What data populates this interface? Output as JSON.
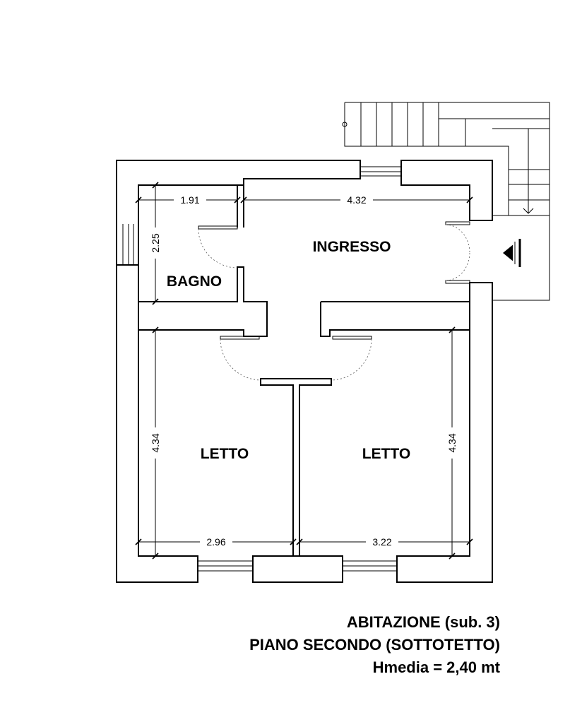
{
  "rooms": {
    "ingresso": "INGRESSO",
    "bagno": "BAGNO",
    "letto_left": "LETTO",
    "letto_right": "LETTO"
  },
  "dimensions": {
    "bagno_width": "1.91",
    "bagno_depth": "2.25",
    "ingresso_width": "4.32",
    "letto_left_depth": "4.34",
    "letto_left_width": "2.96",
    "letto_right_depth": "4.34",
    "letto_right_width": "3.22"
  },
  "caption": {
    "line1": "ABITAZIONE (sub. 3)",
    "line2": "PIANO SECONDO (SOTTOTETTO)",
    "line3": "Hmedia = 2,40 mt"
  }
}
